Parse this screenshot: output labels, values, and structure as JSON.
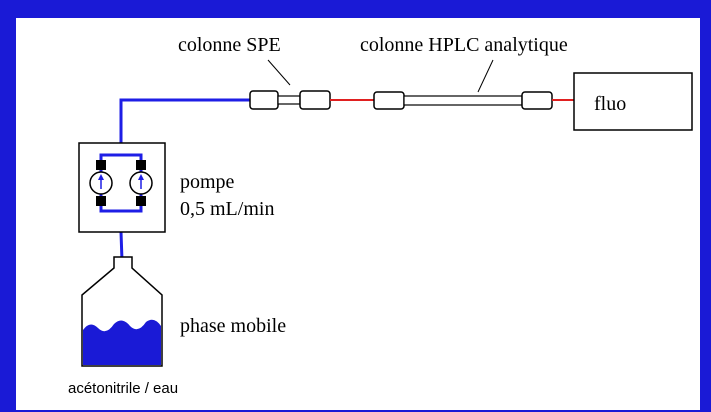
{
  "labels": {
    "spe_column": "colonne SPE",
    "hplc_column": "colonne HPLC analytique",
    "detector": "fluo",
    "pump": "pompe",
    "flow_rate": "0,5 mL/min",
    "mobile_phase": "phase mobile",
    "solvent": "acétonitrile / eau"
  },
  "colors": {
    "frame": "#1a1ad6",
    "tubing": "#1e1ee6",
    "connector_red": "#e02020",
    "liquid": "#1a1ad6",
    "outline": "#000000"
  }
}
